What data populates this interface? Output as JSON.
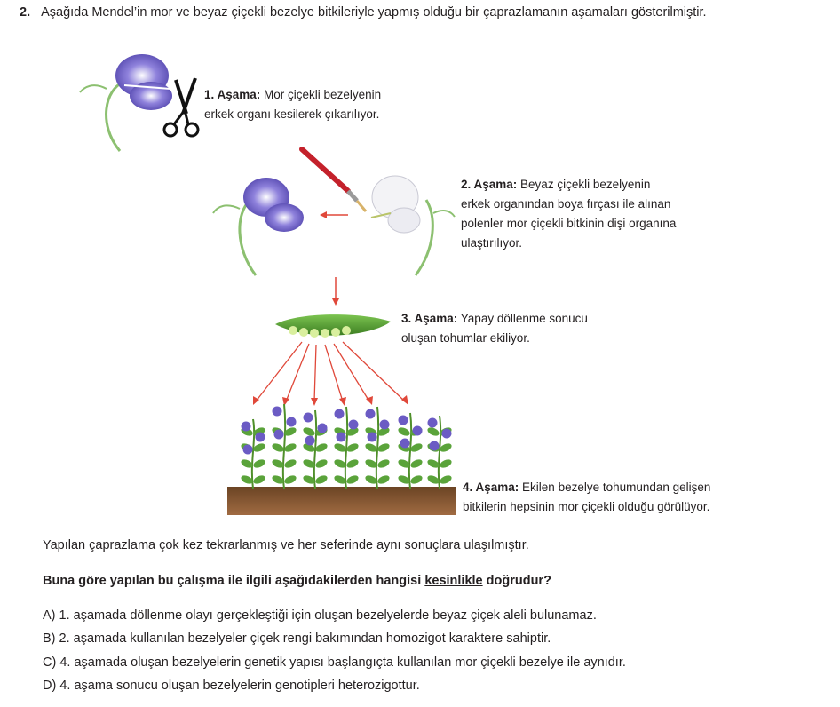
{
  "question": {
    "number": "2.",
    "text": "Aşağıda Mendel’in mor ve beyaz çiçekli bezelye bitkileriyle yapmış olduğu bir çaprazlamanın aşamaları gösterilmiştir."
  },
  "stages": [
    {
      "title": "1. Aşama:",
      "line1": "Mor çiçekli bezelyenin",
      "line2": "erkek organı kesilerek çıkarılıyor."
    },
    {
      "title": "2. Aşama:",
      "line1": "Beyaz çiçekli bezelyenin",
      "line2": "erkek organından boya fırçası ile alınan",
      "line3": "polenler mor çiçekli bitkinin dişi organına",
      "line4": "ulaştırılıyor."
    },
    {
      "title": "3. Aşama:",
      "line1": "Yapay döllenme sonucu",
      "line2": "oluşan tohumlar ekiliyor."
    },
    {
      "title": "4. Aşama:",
      "line1": "Ekilen bezelye tohumundan gelişen",
      "line2": "bitkilerin hepsinin mor çiçekli olduğu görülüyor."
    }
  ],
  "statement": "Yapılan çaprazlama çok kez tekrarlanmış ve her seferinde aynı sonuçlara ulaşılmıştır.",
  "prompt": {
    "before": "Buna göre yapılan bu çalışma ile ilgili aşağıdakilerden hangisi ",
    "underlined": "kesinlikle",
    "after": " doğrudur?"
  },
  "options": [
    {
      "label": "A)",
      "text": "1. aşamada döllenme olayı gerçekleştiği için oluşan bezelyelerde beyaz çiçek aleli bulunamaz."
    },
    {
      "label": "B)",
      "text": "2. aşamada kullanılan bezelyeler çiçek rengi bakımından homozigot karaktere sahiptir."
    },
    {
      "label": "C)",
      "text": "4. aşamada oluşan bezelyelerin genetik yapısı başlangıçta kullanılan mor çiçekli bezelye ile aynıdır."
    },
    {
      "label": "D)",
      "text": "4. aşama sonucu oluşan bezelyelerin genotipleri heterozigottur."
    }
  ],
  "colors": {
    "purple": "#6b5bc4",
    "arrow": "#e0483a",
    "leaf": "#5aa33a",
    "soil": "#8a5a35",
    "pod": "#4f9a2c"
  }
}
